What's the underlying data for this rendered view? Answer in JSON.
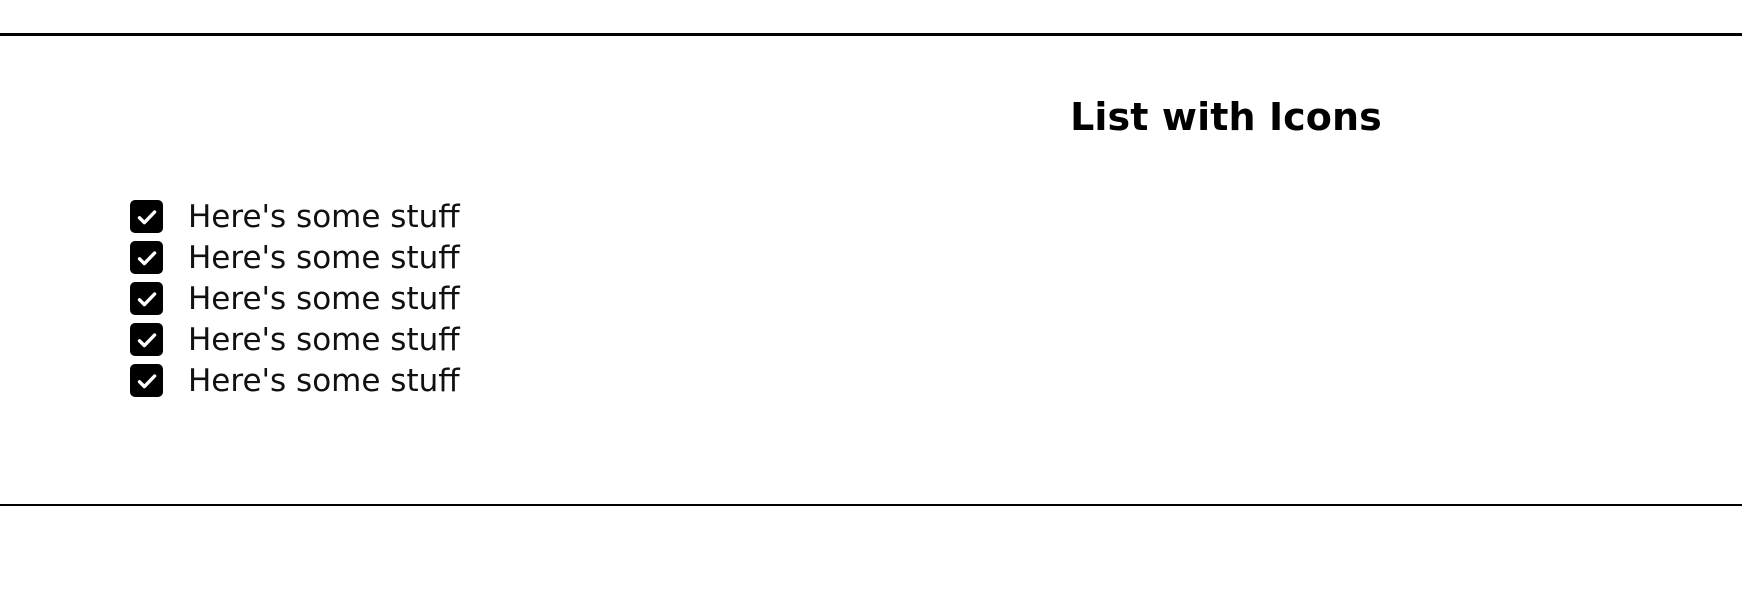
{
  "slide": {
    "background_color": "#ffffff",
    "rule_color": "#000000",
    "title": "List with Icons"
  },
  "list": {
    "icon_name": "checkbox-checked-icon",
    "icon_box_color": "#000000",
    "icon_check_color": "#ffffff",
    "items": [
      {
        "label": "Here's some stuff"
      },
      {
        "label": "Here's some stuff"
      },
      {
        "label": "Here's some stuff"
      },
      {
        "label": "Here's some stuff"
      },
      {
        "label": "Here's some stuff"
      }
    ]
  }
}
